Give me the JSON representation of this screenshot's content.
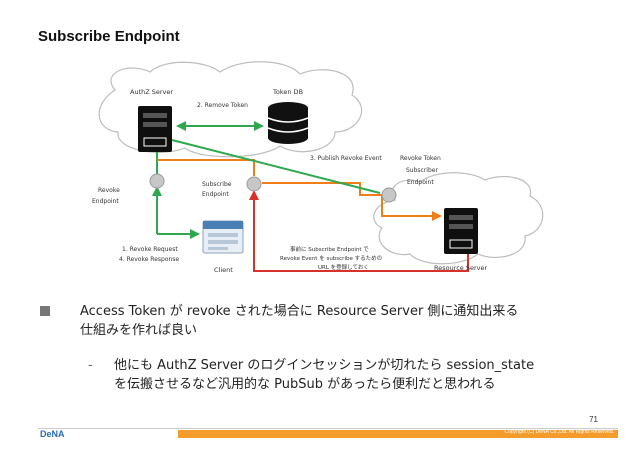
{
  "slide": {
    "title": "Subscribe Endpoint",
    "page_number": "71",
    "logo": "DeNA",
    "copyright": "Copyright (C) DeNA Co.,Ltd. All Rights Reserved."
  },
  "diagram": {
    "authz_server": "AuthZ Server",
    "token_db": "Token DB",
    "remove_token": "2. Remove Token",
    "publish_event": "3. Publish Revoke Event",
    "revoke_token_subscriber_1": "Revoke Token",
    "revoke_token_subscriber_2": "Subscriber",
    "revoke_token_subscriber_3": "Endpoint",
    "revoke_endpoint_1": "Revoke",
    "revoke_endpoint_2": "Endpoint",
    "subscribe_endpoint_1": "Subscribe",
    "subscribe_endpoint_2": "Endpoint",
    "revoke_request": "1. Revoke Request",
    "revoke_response": "4. Revoke Response",
    "client": "Client",
    "pre_register_1": "事前に Subscribe Endpoint で",
    "pre_register_2": "Revoke Event を subscribe するための",
    "pre_register_3": "URL を登録しておく",
    "resource_server": "Resource Server"
  },
  "bullets": {
    "main_1": "Access Token が revoke された場合に Resource Server 側に通知出来る",
    "main_2": "仕組みを作れば良い",
    "sub_dash": "-",
    "sub_1": "他にも AuthZ Server のログインセッションが切れたら session_state",
    "sub_2": "を伝搬させるなど汎用的な PubSub があったら便利だと思われる"
  },
  "colors": {
    "green": "#2fa84f",
    "orange": "#f07d1a",
    "red": "#d9302a"
  }
}
